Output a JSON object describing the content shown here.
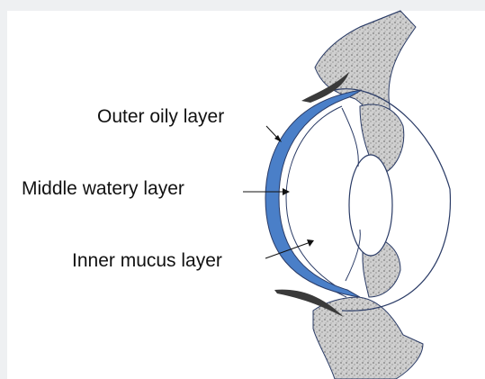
{
  "labels": {
    "outer": "Outer oily layer",
    "middle": "Middle watery layer",
    "inner": "Inner mucus layer"
  },
  "colors": {
    "oily_layer": "#4a7fc8",
    "outline": "#2a3b66",
    "tissue": "#bdbdbd",
    "lash": "#3a3a3a"
  }
}
